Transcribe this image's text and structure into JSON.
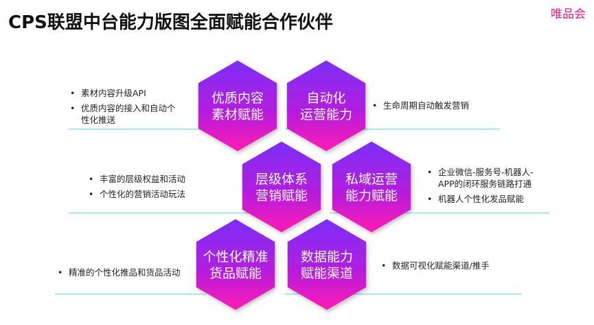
{
  "title": "CPS联盟中台能力版图全面赋能合作伙伴",
  "brand": "唯品会",
  "colors": {
    "hex_top": "#7b2ff7",
    "hex_mid": "#b21ee0",
    "hex_bottom": "#ff19b3",
    "line": "#6ee0ee",
    "brand": "#e8197a"
  },
  "hexagons": [
    {
      "id": "quality-content",
      "lines": [
        "优质内容",
        "素材赋能"
      ]
    },
    {
      "id": "auto-ops",
      "lines": [
        "自动化",
        "运营能力"
      ]
    },
    {
      "id": "tier-system",
      "lines": [
        "层级体系",
        "营销赋能"
      ]
    },
    {
      "id": "private-domain",
      "lines": [
        "私域运营",
        "能力赋能"
      ]
    },
    {
      "id": "personalized",
      "lines": [
        "个性化精准",
        "货品赋能"
      ]
    },
    {
      "id": "data-capability",
      "lines": [
        "数据能力",
        "赋能渠道"
      ]
    }
  ],
  "bullet_groups": [
    {
      "id": "quality-content",
      "items": [
        "素材内容升级API",
        "优质内容的接入和自动个\n性化推送"
      ]
    },
    {
      "id": "auto-ops",
      "items": [
        "生命周期自动触发营销"
      ]
    },
    {
      "id": "tier-system",
      "items": [
        "丰富的层级权益和活动",
        "个性化的营销活动玩法"
      ]
    },
    {
      "id": "private-domain",
      "items": [
        "企业微信-服务号-机器人-\nAPP的闭环服务链路打通",
        "机器人个性化发品赋能"
      ]
    },
    {
      "id": "personalized",
      "items": [
        "精准的个性化推品和货品活动"
      ]
    },
    {
      "id": "data-capability",
      "items": [
        "数据可视化赋能渠道/推手"
      ]
    }
  ]
}
